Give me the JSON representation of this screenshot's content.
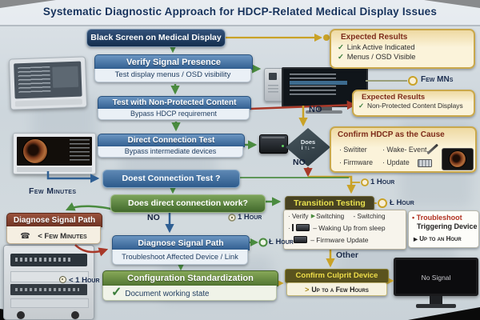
{
  "title": "Systematic Diagnostic Approach for HDCP-Related Medical Display Issues",
  "icons": {
    "check": "✓",
    "phone": "☎",
    "play": "▶",
    "arrow": "➤",
    "bullet": "•",
    "dot": "·",
    "chevron": ">"
  },
  "colors": {
    "navy": "#1d3a5f",
    "header_blue": "#2f5d8f",
    "green": "#4a8b3f",
    "gold": "#c9a227",
    "red": "#a83828",
    "cream": "#fbf3da",
    "maroon_title": "#7d2b1a",
    "culprit_yellow": "#eedd4a"
  },
  "nodes": {
    "black_screen": {
      "label": "Black Screen on Medical Display"
    },
    "expected_top": {
      "title": "Expected Results",
      "items": [
        "Link Active Indicated",
        "Menus / OSD Visible"
      ]
    },
    "verify_signal": {
      "title": "Verify Signal Presence",
      "subtitle": "Test display menus / OSD visibility"
    },
    "non_protected": {
      "title": "Test with Non-Protected Content",
      "subtitle": "Bypass HDCP requirement"
    },
    "expected_mid": {
      "title": "Expected Results",
      "items": [
        "Non-Protected Content Displays"
      ]
    },
    "direct_connection": {
      "title": "Direct Connection Test",
      "subtitle": "Bypass intermediate devices"
    },
    "decision": {
      "line1": "Does",
      "line2": "i ↑↓ –"
    },
    "confirm_hdcp": {
      "title": "Confirm HDCP as the Cause",
      "r1a": "· Swïtiter",
      "r1b": "· Wake- Event,",
      "r2a": "· Firmware",
      "r2b": "· Update"
    },
    "doest_connection": {
      "label": "Doest Connection Test ?"
    },
    "does_direct": {
      "label": "Does direct connection work?"
    },
    "diagnose_left": {
      "title": "Diagnose Signal Path",
      "subtitle": "< Few Minutes"
    },
    "diagnose_center": {
      "title": "Diagnose Signal Path",
      "subtitle": "Troubleshoot Affected Device / Link"
    },
    "transition": {
      "title": "Transition Testing",
      "row1a": "· Verify",
      "row1b": "Switching",
      "row1c": "- Switching",
      "row2_pre": "·",
      "row2": "– Waking Up from sleep",
      "row3_pre": "·",
      "row3": "– Firmware Update"
    },
    "troubleshoot_panel": {
      "title": "Troubleshoot",
      "line2": "Triggering Device",
      "line3": "Up to an Hour"
    },
    "config_std": {
      "title": "Configuration Standardization",
      "subtitle": "Document working state"
    },
    "confirm_culprit": {
      "title": "Confirm Culprit Device",
      "subtitle": "Up to a Few Hours"
    },
    "no_signal": {
      "label": "No Signal"
    }
  },
  "labels": {
    "few_mns": "Few MNs",
    "no_top": "NO",
    "no_mid": "NO",
    "no_low": "NO",
    "one_hour_diamond": "1 Hour",
    "one_hour_center": "1 Hour",
    "l_hour_diag": "Ł Hour",
    "l_hour_trans": "Ł Hour",
    "few_minutes": "Few Minutes",
    "other": "Other",
    "lt_one_hour": "< 1 Hour"
  }
}
